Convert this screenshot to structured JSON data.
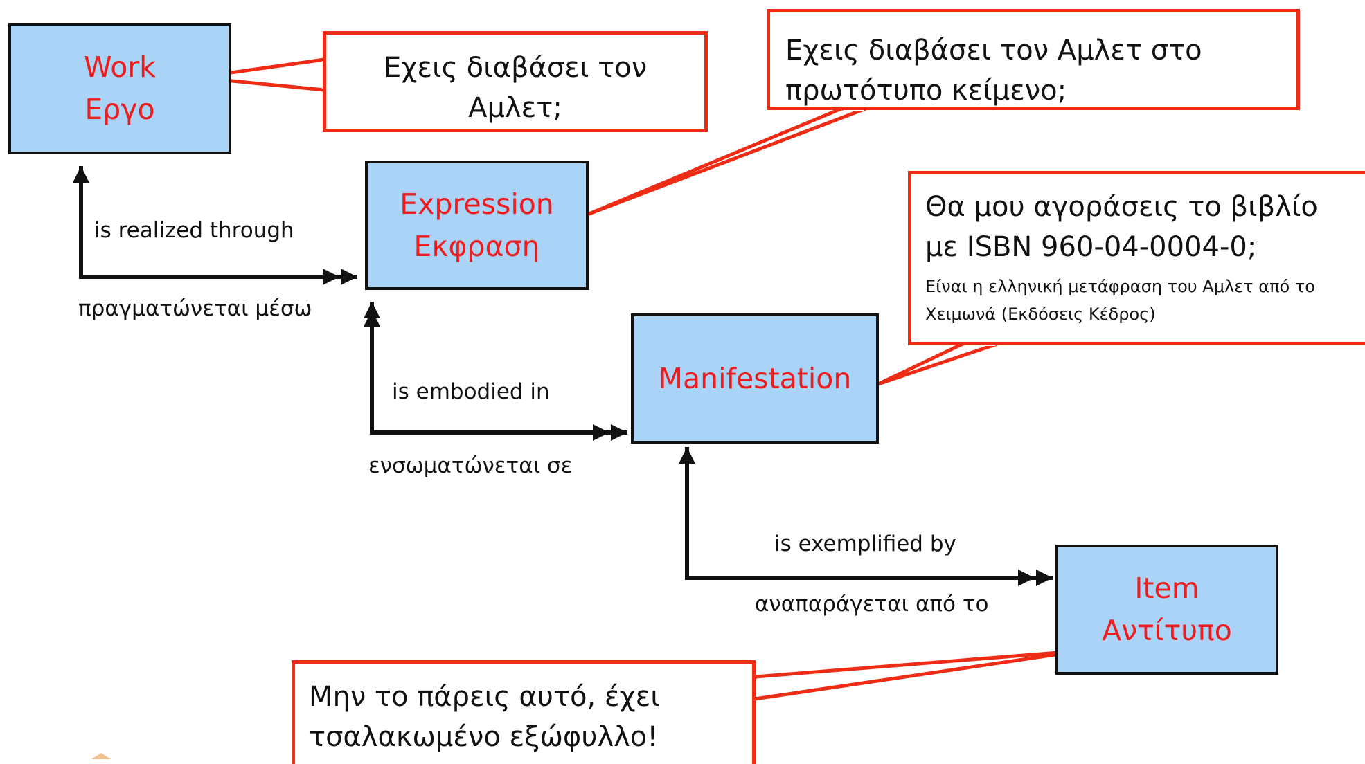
{
  "colors": {
    "entity_fill": "#a9d3f7",
    "entity_border": "#111111",
    "entity_text": "#ee1c1c",
    "callout_border": "#ee2b14",
    "arrow": "#111111"
  },
  "entities": {
    "work": {
      "en": "Work",
      "gr": "Εργο"
    },
    "expression": {
      "en": "Expression",
      "gr": "Εκφραση"
    },
    "manifestation": {
      "en": "Manifestation"
    },
    "item": {
      "en": "Item",
      "gr": "Αντίτυπο"
    }
  },
  "relationships": {
    "realized": {
      "en": "is realized through",
      "gr": "πραγματώνεται μέσω"
    },
    "embodied": {
      "en": "is embodied in",
      "gr": "ενσωματώνεται σε"
    },
    "exemplified": {
      "en": "is exemplified by",
      "gr": "αναπαράγεται από το"
    }
  },
  "callouts": {
    "work": {
      "line1": "Εχεις διαβάσει τον",
      "line2": "Αμλετ;"
    },
    "expression": {
      "line1": "Εχεις διαβάσει τον Αμλετ στο",
      "line2": "πρωτότυπο κείμενο;"
    },
    "manifestation": {
      "line1": "Θα μου αγοράσεις το βιβλίο",
      "line2": "με ISBN 960-04-0004-0;",
      "note1": "Είναι η ελληνική μετάφραση του Αμλετ από το",
      "note2": "Χειμωνά (Εκδόσεις Κέδρος)"
    },
    "item": {
      "line1": "Μην το πάρεις αυτό, έχει",
      "line2": "τσαλακωμένο εξώφυλλο!"
    }
  }
}
